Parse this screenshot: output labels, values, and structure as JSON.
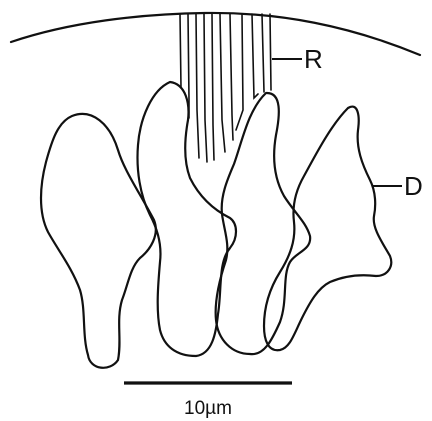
{
  "labels": {
    "r": "R",
    "d": "D"
  },
  "scale_bar": {
    "label": "10µm"
  },
  "colors": {
    "ink": "#111111",
    "background": "#ffffff"
  }
}
